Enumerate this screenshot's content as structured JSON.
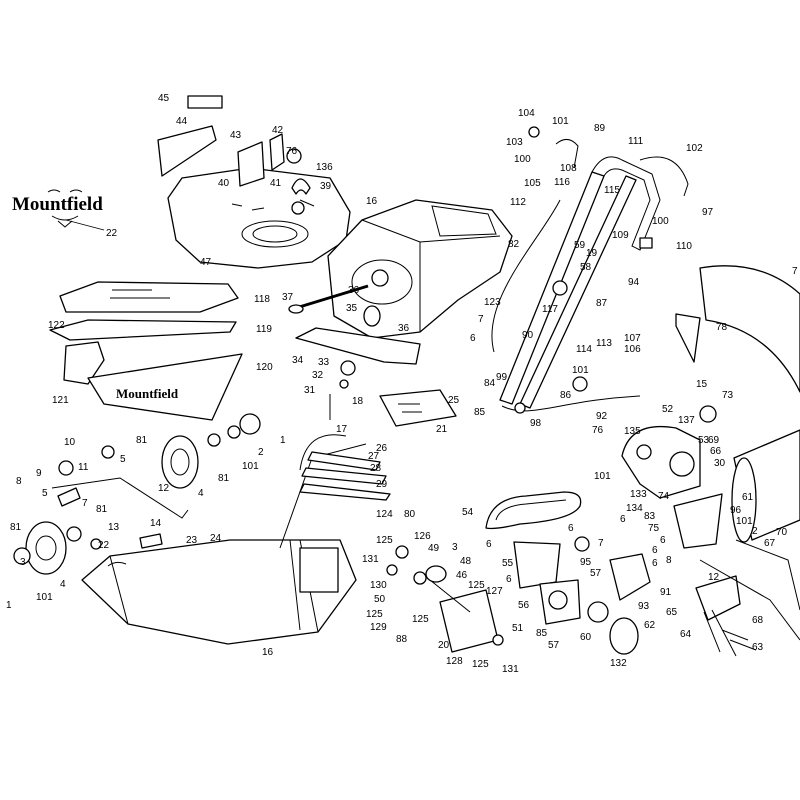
{
  "brand_logo": "Mountfield",
  "brand_logo_ref": "22",
  "side_panel_brand": "Mountfield",
  "callouts": [
    {
      "id": "c45",
      "label": "45"
    },
    {
      "id": "c44",
      "label": "44"
    },
    {
      "id": "c43",
      "label": "43"
    },
    {
      "id": "c42",
      "label": "42"
    },
    {
      "id": "c76b",
      "label": "76"
    },
    {
      "id": "c136",
      "label": "136"
    },
    {
      "id": "c40",
      "label": "40"
    },
    {
      "id": "c41",
      "label": "41"
    },
    {
      "id": "c39",
      "label": "39"
    },
    {
      "id": "c16a",
      "label": "16"
    },
    {
      "id": "c47",
      "label": "47"
    },
    {
      "id": "c104",
      "label": "104"
    },
    {
      "id": "c101a",
      "label": "101"
    },
    {
      "id": "c89",
      "label": "89"
    },
    {
      "id": "c111",
      "label": "111"
    },
    {
      "id": "c103",
      "label": "103"
    },
    {
      "id": "c100a",
      "label": "100"
    },
    {
      "id": "c102",
      "label": "102"
    },
    {
      "id": "c108",
      "label": "108"
    },
    {
      "id": "c105",
      "label": "105"
    },
    {
      "id": "c116",
      "label": "116"
    },
    {
      "id": "c115",
      "label": "115"
    },
    {
      "id": "c112",
      "label": "112"
    },
    {
      "id": "c109",
      "label": "109"
    },
    {
      "id": "c100b",
      "label": "100"
    },
    {
      "id": "c97",
      "label": "97"
    },
    {
      "id": "c110",
      "label": "110"
    },
    {
      "id": "c82",
      "label": "82"
    },
    {
      "id": "c59",
      "label": "59"
    },
    {
      "id": "c19",
      "label": "19"
    },
    {
      "id": "c58",
      "label": "58"
    },
    {
      "id": "c94",
      "label": "94"
    },
    {
      "id": "c7a",
      "label": "7"
    },
    {
      "id": "c118",
      "label": "118"
    },
    {
      "id": "c37",
      "label": "37"
    },
    {
      "id": "c36a",
      "label": "36"
    },
    {
      "id": "c35",
      "label": "35"
    },
    {
      "id": "c36b",
      "label": "36"
    },
    {
      "id": "c123",
      "label": "123"
    },
    {
      "id": "c117",
      "label": "117"
    },
    {
      "id": "c87",
      "label": "87"
    },
    {
      "id": "c122",
      "label": "122"
    },
    {
      "id": "c119",
      "label": "119"
    },
    {
      "id": "c7b",
      "label": "7"
    },
    {
      "id": "c6a",
      "label": "6"
    },
    {
      "id": "c90",
      "label": "90"
    },
    {
      "id": "c107",
      "label": "107"
    },
    {
      "id": "c106",
      "label": "106"
    },
    {
      "id": "c78",
      "label": "78"
    },
    {
      "id": "c34",
      "label": "34"
    },
    {
      "id": "c33",
      "label": "33"
    },
    {
      "id": "c114",
      "label": "114"
    },
    {
      "id": "c113",
      "label": "113"
    },
    {
      "id": "c120",
      "label": "120"
    },
    {
      "id": "c121",
      "label": "121"
    },
    {
      "id": "c32",
      "label": "32"
    },
    {
      "id": "c99",
      "label": "99"
    },
    {
      "id": "c31",
      "label": "31"
    },
    {
      "id": "c84",
      "label": "84"
    },
    {
      "id": "c101b",
      "label": "101"
    },
    {
      "id": "c15",
      "label": "15"
    },
    {
      "id": "c73",
      "label": "73"
    },
    {
      "id": "c18",
      "label": "18"
    },
    {
      "id": "c25",
      "label": "25"
    },
    {
      "id": "c85a",
      "label": "85"
    },
    {
      "id": "c86",
      "label": "86"
    },
    {
      "id": "c92",
      "label": "92"
    },
    {
      "id": "c52",
      "label": "52"
    },
    {
      "id": "c137",
      "label": "137"
    },
    {
      "id": "c17",
      "label": "17"
    },
    {
      "id": "c21",
      "label": "21"
    },
    {
      "id": "c98",
      "label": "98"
    },
    {
      "id": "c76a",
      "label": "76"
    },
    {
      "id": "c1a",
      "label": "1"
    },
    {
      "id": "c135",
      "label": "135"
    },
    {
      "id": "c53",
      "label": "53"
    },
    {
      "id": "c69",
      "label": "69"
    },
    {
      "id": "c66",
      "label": "66"
    },
    {
      "id": "c10",
      "label": "10"
    },
    {
      "id": "c81a",
      "label": "81"
    },
    {
      "id": "c26",
      "label": "26"
    },
    {
      "id": "c2a",
      "label": "2"
    },
    {
      "id": "c30",
      "label": "30"
    },
    {
      "id": "c5a",
      "label": "5"
    },
    {
      "id": "c27",
      "label": "27"
    },
    {
      "id": "c101c",
      "label": "101"
    },
    {
      "id": "c11",
      "label": "11"
    },
    {
      "id": "c81b",
      "label": "81"
    },
    {
      "id": "c28",
      "label": "28"
    },
    {
      "id": "c101d",
      "label": "101"
    },
    {
      "id": "c9",
      "label": "9"
    },
    {
      "id": "c12a",
      "label": "12"
    },
    {
      "id": "c29",
      "label": "29"
    },
    {
      "id": "c133",
      "label": "133"
    },
    {
      "id": "c74",
      "label": "74"
    },
    {
      "id": "c4a",
      "label": "4"
    },
    {
      "id": "c8a",
      "label": "8"
    },
    {
      "id": "c5b",
      "label": "5"
    },
    {
      "id": "c7c",
      "label": "7"
    },
    {
      "id": "c81c",
      "label": "81"
    },
    {
      "id": "c54",
      "label": "54"
    },
    {
      "id": "c124",
      "label": "124"
    },
    {
      "id": "c80",
      "label": "80"
    },
    {
      "id": "c61",
      "label": "61"
    },
    {
      "id": "c96",
      "label": "96"
    },
    {
      "id": "c83",
      "label": "83"
    },
    {
      "id": "c134",
      "label": "134"
    },
    {
      "id": "c101e",
      "label": "101"
    },
    {
      "id": "c70",
      "label": "70"
    },
    {
      "id": "c6b",
      "label": "6"
    },
    {
      "id": "c75",
      "label": "75"
    },
    {
      "id": "c2b",
      "label": "2"
    },
    {
      "id": "c14",
      "label": "14"
    },
    {
      "id": "c13",
      "label": "13"
    },
    {
      "id": "c81d",
      "label": "81"
    },
    {
      "id": "c3a",
      "label": "3"
    },
    {
      "id": "c6c",
      "label": "6"
    },
    {
      "id": "c126",
      "label": "126"
    },
    {
      "id": "c6d",
      "label": "6"
    },
    {
      "id": "c6e",
      "label": "6"
    },
    {
      "id": "c67",
      "label": "67"
    },
    {
      "id": "c22b",
      "label": "22"
    },
    {
      "id": "c23",
      "label": "23"
    },
    {
      "id": "c24",
      "label": "24"
    },
    {
      "id": "c131a",
      "label": "131"
    },
    {
      "id": "c49",
      "label": "49"
    },
    {
      "id": "c3b",
      "label": "3"
    },
    {
      "id": "c7d",
      "label": "7"
    },
    {
      "id": "c55",
      "label": "55"
    },
    {
      "id": "c6f",
      "label": "6"
    },
    {
      "id": "c8b",
      "label": "8"
    },
    {
      "id": "c6g",
      "label": "6"
    },
    {
      "id": "c95",
      "label": "95"
    },
    {
      "id": "c48",
      "label": "48"
    },
    {
      "id": "c46",
      "label": "46"
    },
    {
      "id": "c57a",
      "label": "57"
    },
    {
      "id": "c91",
      "label": "91"
    },
    {
      "id": "c101f",
      "label": "101"
    },
    {
      "id": "c4b",
      "label": "4"
    },
    {
      "id": "c130",
      "label": "130"
    },
    {
      "id": "c125a",
      "label": "125"
    },
    {
      "id": "c127",
      "label": "127"
    },
    {
      "id": "c6h",
      "label": "6"
    },
    {
      "id": "c12b",
      "label": "12"
    },
    {
      "id": "c1b",
      "label": "1"
    },
    {
      "id": "c50",
      "label": "50"
    },
    {
      "id": "c125b",
      "label": "125"
    },
    {
      "id": "c125c",
      "label": "125"
    },
    {
      "id": "c56",
      "label": "56"
    },
    {
      "id": "c93",
      "label": "93"
    },
    {
      "id": "c65",
      "label": "65"
    },
    {
      "id": "c68",
      "label": "68"
    },
    {
      "id": "c129",
      "label": "129"
    },
    {
      "id": "c125d",
      "label": "125"
    },
    {
      "id": "c51",
      "label": "51"
    },
    {
      "id": "c85b",
      "label": "85"
    },
    {
      "id": "c60",
      "label": "60"
    },
    {
      "id": "c62",
      "label": "62"
    },
    {
      "id": "c64",
      "label": "64"
    },
    {
      "id": "c16b",
      "label": "16"
    },
    {
      "id": "c88",
      "label": "88"
    },
    {
      "id": "c20",
      "label": "20"
    },
    {
      "id": "c57b",
      "label": "57"
    },
    {
      "id": "c63",
      "label": "63"
    },
    {
      "id": "c128",
      "label": "128"
    },
    {
      "id": "c125e",
      "label": "125"
    },
    {
      "id": "c131b",
      "label": "131"
    },
    {
      "id": "c132",
      "label": "132"
    }
  ]
}
